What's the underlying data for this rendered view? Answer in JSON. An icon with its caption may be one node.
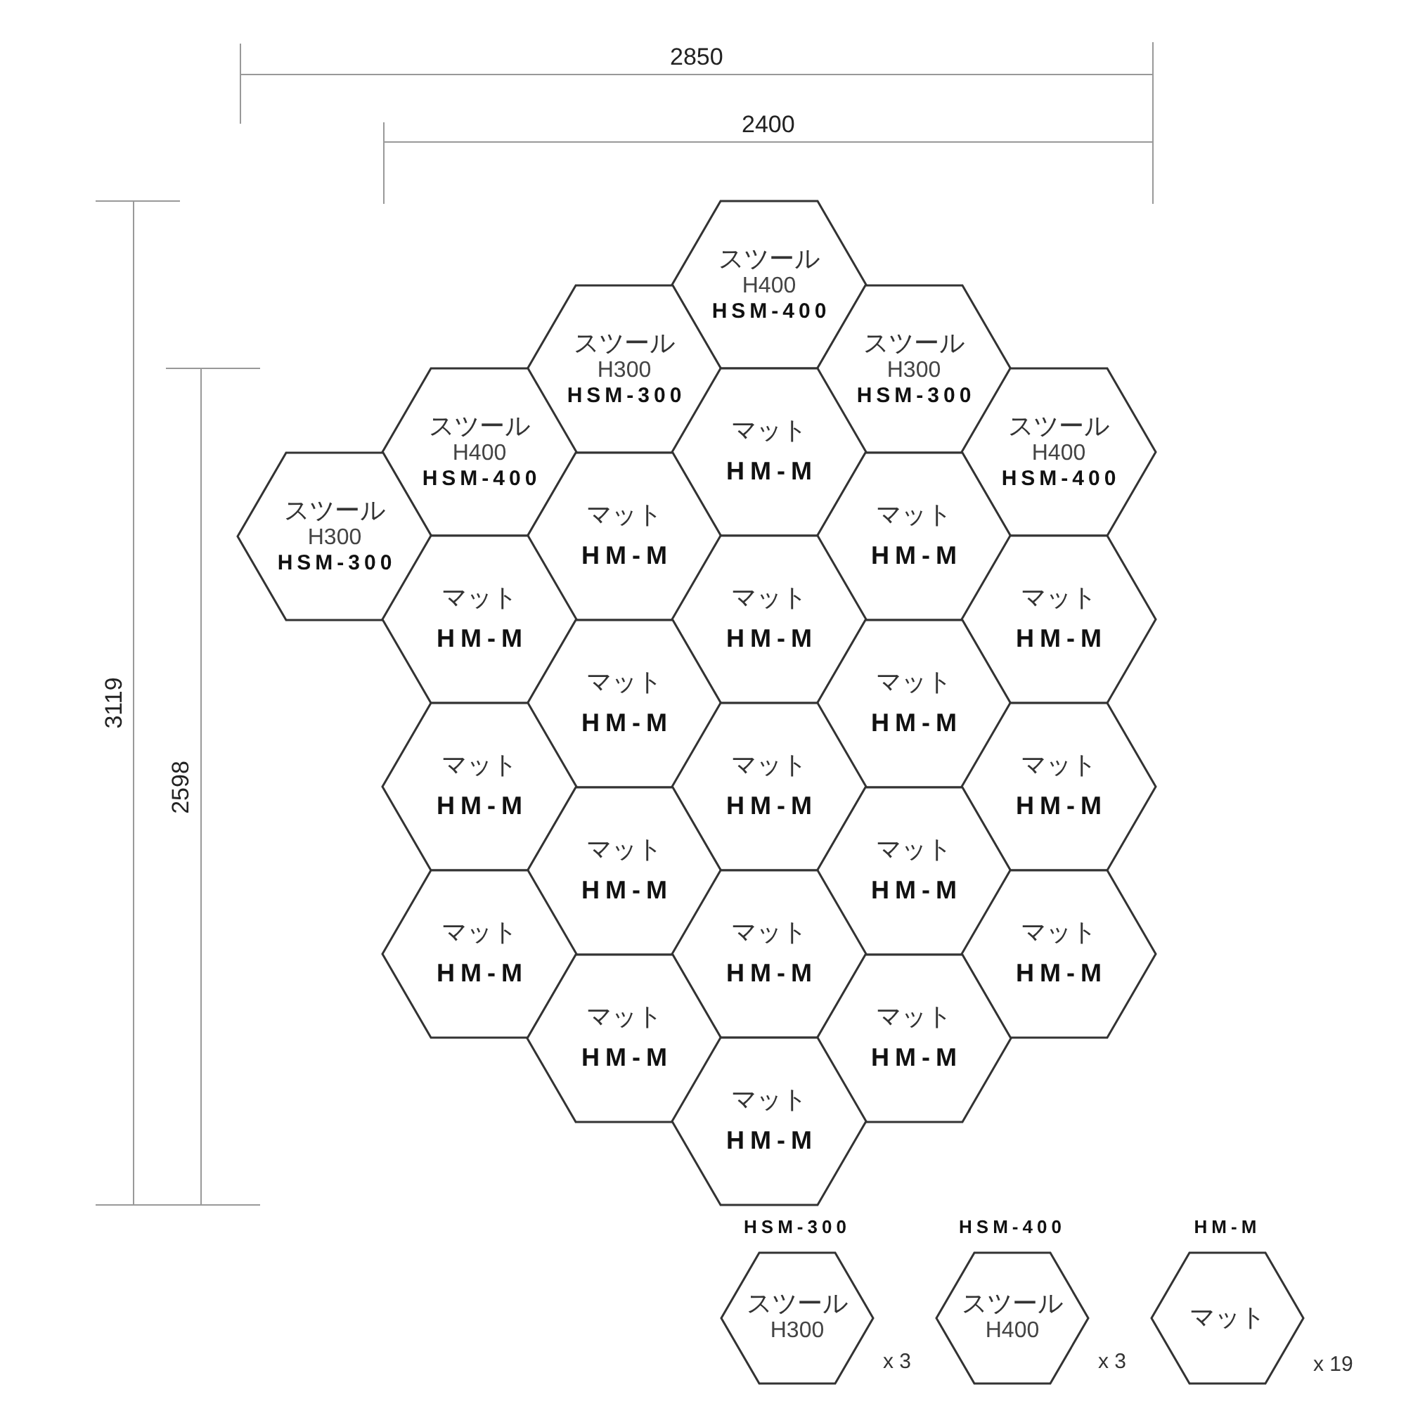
{
  "diagram": {
    "nodes": [
      {
        "text": [
          "スツール",
          "H400",
          "HSM-400"
        ]
      },
      {
        "text": [
          "スツール",
          "H300",
          "HSM-300"
        ]
      },
      {
        "text": [
          "スツール",
          "H300",
          "HSM-300"
        ]
      },
      {
        "text": [
          "スツール",
          "H400",
          "HSM-400"
        ]
      },
      {
        "text": [
          "マット",
          "HM-M"
        ]
      },
      {
        "text": [
          "スツール",
          "H400",
          "HSM-400"
        ]
      },
      {
        "text": [
          "スツール",
          "H300",
          "HSM-300"
        ]
      },
      {
        "text": [
          "マット",
          "HM-M"
        ]
      },
      {
        "text": [
          "マット",
          "HM-M"
        ]
      },
      {
        "text": [
          "マット",
          "HM-M"
        ]
      },
      {
        "text": [
          "マット",
          "HM-M"
        ]
      },
      {
        "text": [
          "マット",
          "HM-M"
        ]
      },
      {
        "text": [
          "マット",
          "HM-M"
        ]
      },
      {
        "text": [
          "マット",
          "HM-M"
        ]
      },
      {
        "text": [
          "マット",
          "HM-M"
        ]
      },
      {
        "text": [
          "マット",
          "HM-M"
        ]
      },
      {
        "text": [
          "マット",
          "HM-M"
        ]
      },
      {
        "text": [
          "マット",
          "HM-M"
        ]
      },
      {
        "text": [
          "マット",
          "HM-M"
        ]
      },
      {
        "text": [
          "マット",
          "HM-M"
        ]
      },
      {
        "text": [
          "マット",
          "HM-M"
        ]
      },
      {
        "text": [
          "マット",
          "HM-M"
        ]
      },
      {
        "text": [
          "マット",
          "HM-M"
        ]
      },
      {
        "text": [
          "マット",
          "HM-M"
        ]
      },
      {
        "text": [
          "マット",
          "HM-M"
        ]
      },
      {
        "text": [
          "HSM-300",
          "スツール",
          "H300"
        ],
        "beside": [
          "x 3"
        ]
      },
      {
        "text": [
          "HSM-400",
          "スツール",
          "H400"
        ],
        "beside": [
          "x 3"
        ]
      },
      {
        "text": [
          "HM-M",
          "マット"
        ],
        "beside": [
          "x 19"
        ]
      }
    ],
    "labels": [
      "2850",
      "2400",
      "3119",
      "2598"
    ]
  }
}
